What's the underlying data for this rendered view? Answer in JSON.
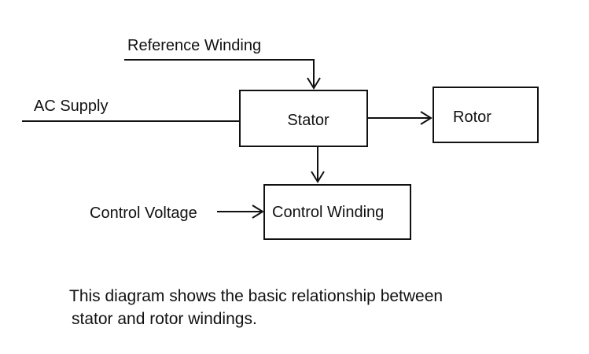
{
  "diagram": {
    "nodes": {
      "stator": "Stator",
      "rotor": "Rotor",
      "control_winding": "Control Winding"
    },
    "inputs": {
      "reference_winding": "Reference Winding",
      "ac_supply": "AC Supply",
      "control_voltage": "Control Voltage"
    },
    "edges": [
      {
        "from": "Reference Winding",
        "to": "Stator"
      },
      {
        "from": "AC Supply",
        "to": "Stator"
      },
      {
        "from": "Stator",
        "to": "Rotor"
      },
      {
        "from": "Stator",
        "to": "Control Winding"
      },
      {
        "from": "Control Voltage",
        "to": "Control Winding"
      }
    ]
  },
  "caption": {
    "line1": "This diagram shows the basic relationship between",
    "line2": "stator and rotor windings."
  }
}
